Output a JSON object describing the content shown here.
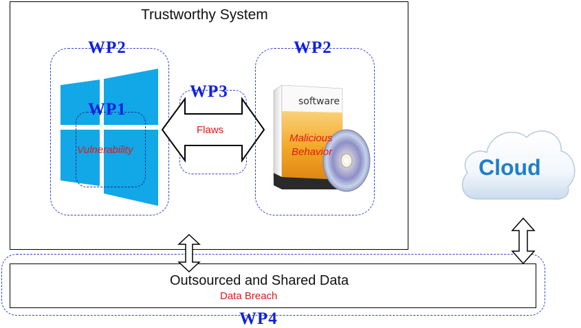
{
  "system": {
    "title": "Trustworthy System"
  },
  "wp": {
    "wp2_left": "WP2",
    "wp2_right": "WP2",
    "wp1": "WP1",
    "wp3": "WP3",
    "wp4": "WP4"
  },
  "labels": {
    "vulnerability": "Vulnerability",
    "flaws": "Flaws",
    "malicious_line1": "Malicious",
    "malicious_line2": "Behavior",
    "software": "software",
    "cloud": "Cloud",
    "data_title": "Outsourced and Shared Data",
    "data_breach": "Data Breach"
  },
  "colors": {
    "wp_blue": "#1020e0",
    "dash_blue": "#2a3bd6",
    "windows_blue": "#12a7e6",
    "red_label": "#e01818",
    "cloud_text": "#1f7fc7"
  },
  "icons": {
    "os": "windows-logo-icon",
    "software": "software-box-icon",
    "cloud": "cloud-icon"
  }
}
